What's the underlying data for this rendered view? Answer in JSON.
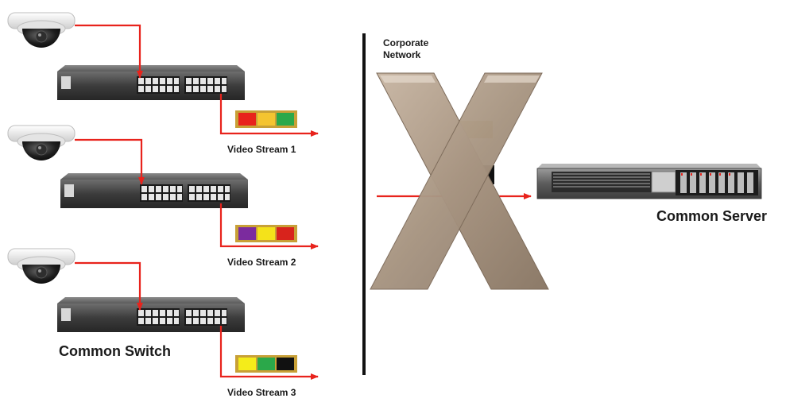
{
  "diagram": {
    "labels": {
      "corporate_network": [
        "Corporate",
        "Network"
      ],
      "common_server": "Common Server",
      "common_switch": "Common Switch"
    },
    "streams": [
      {
        "label": "Video Stream 1",
        "colors": [
          "#e8231c",
          "#f4c430",
          "#2ba84a"
        ]
      },
      {
        "label": "Video Stream 2",
        "colors": [
          "#7b2b9e",
          "#f4e21a",
          "#d8231c"
        ]
      },
      {
        "label": "Video Stream 3",
        "colors": [
          "#f4ec1a",
          "#2ba84a",
          "#111111"
        ]
      }
    ],
    "colors": {
      "link": "#e8231c",
      "block_x": "#a89582",
      "divider": "#111111",
      "block_frame": "#c8a037"
    },
    "icons": {
      "camera": "security-dome-camera-icon",
      "switch": "network-switch-icon",
      "server": "rack-server-icon",
      "block": "blocked-x-icon"
    }
  }
}
